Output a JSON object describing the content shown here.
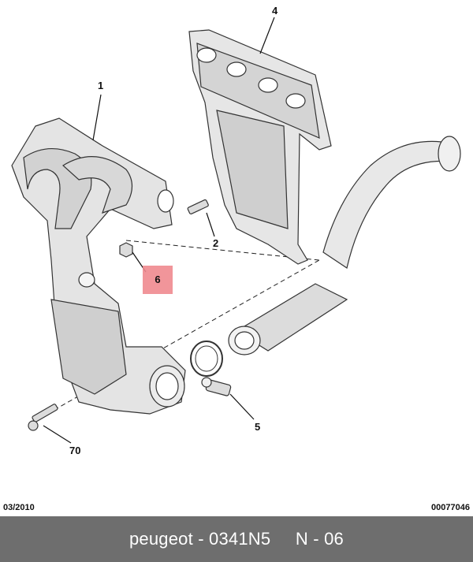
{
  "callouts": {
    "c1": "1",
    "c2": "2",
    "c4": "4",
    "c5": "5",
    "c6": "6",
    "c70": "70"
  },
  "footer": {
    "date": "03/2010",
    "code": "00077046"
  },
  "bottom_bar": {
    "text": "peugeot - 0341N5     N - 06"
  },
  "colors": {
    "part_fill": "#e6e6e6",
    "part_stroke": "#333333",
    "highlight": "#f08a8f",
    "bar": "#6e6e6e"
  }
}
